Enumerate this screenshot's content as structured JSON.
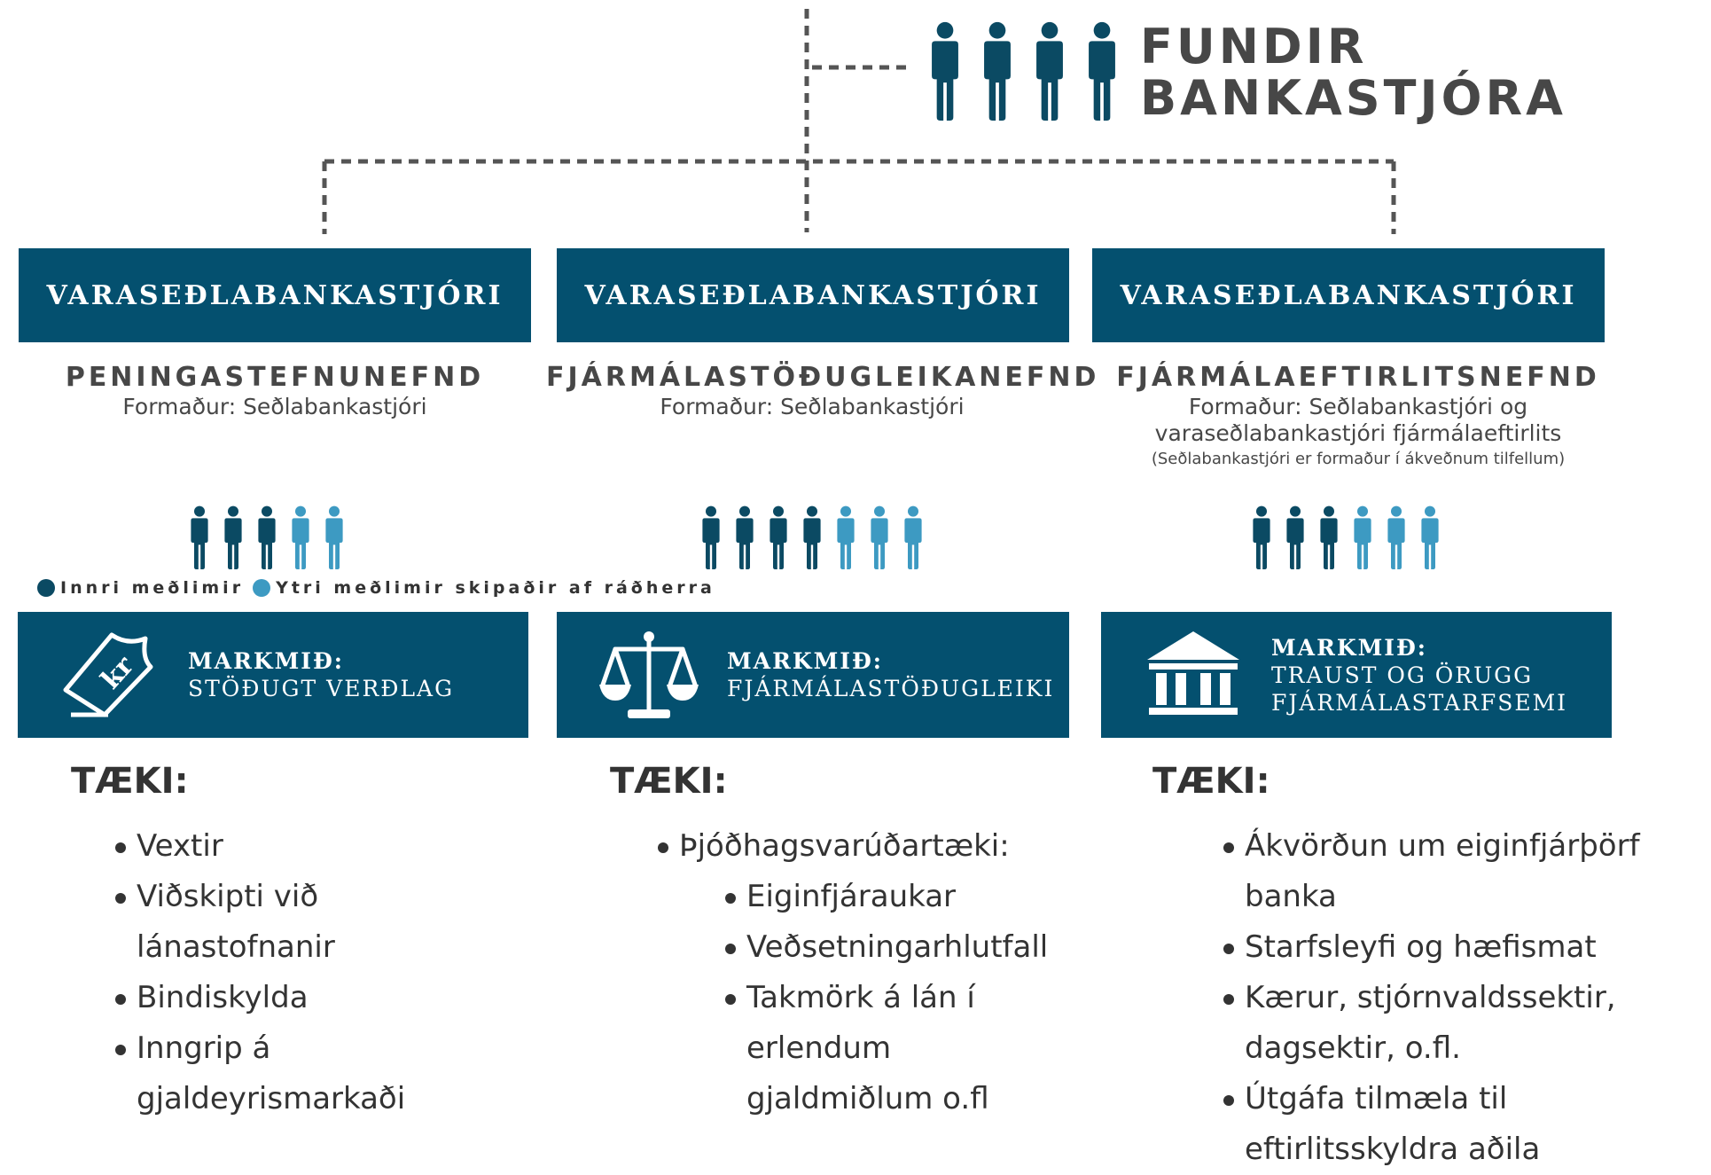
{
  "header": {
    "title_line1": "FUNDIR",
    "title_line2": "BANKASTJÓRA",
    "people_icon": "person-icon",
    "people_count": 4
  },
  "colors": {
    "primary": "#04506f",
    "internal_member": "#0b4a63",
    "external_member": "#3d9ac2",
    "text": "#333333"
  },
  "legend": {
    "internal": "Innri meðlimir",
    "external": "Ytri meðlimir skipaðir af ráðherra"
  },
  "tools_label": "TÆKI:",
  "goal_label": "MARKMIÐ:",
  "columns": [
    {
      "deputy": "VARASEÐLABANKASTJÓRI",
      "committee": "PENINGASTEFNUNEFND",
      "chair": "Formaður: Seðlabankastjóri",
      "chair_note": "",
      "members": {
        "internal": 3,
        "external": 2
      },
      "goal_icon": "krona-banknote-icon",
      "goal_lines": [
        "STÖÐUGT VERÐLAG"
      ],
      "tools": [
        "Vextir",
        "Viðskipti við lánastofnanir",
        "Bindiskylda",
        "Inngrip á gjaldeyrismarkaði"
      ]
    },
    {
      "deputy": "VARASEÐLABANKASTJÓRI",
      "committee": "FJÁRMÁLASTÖÐUGLEIKANEFND",
      "chair": "Formaður: Seðlabankastjóri",
      "chair_note": "",
      "members": {
        "internal": 4,
        "external": 3
      },
      "goal_icon": "balance-scale-icon",
      "goal_lines": [
        "FJÁRMÁLASTÖÐUGLEIKI"
      ],
      "tools": [
        "Þjóðhagsvarúðartæki:"
      ],
      "subtools": [
        "Eiginfjáraukar",
        "Veðsetningarhlutfall",
        "Takmörk á lán í erlendum gjaldmiðlum o.fl"
      ]
    },
    {
      "deputy": "VARASEÐLABANKASTJÓRI",
      "committee": "FJÁRMÁLAEFTIRLITSNEFND",
      "chair": "Formaður: Seðlabankastjóri og varaseðlabankastjóri fjármálaeftirlits",
      "chair_note": "(Seðlabankastjóri er formaður í ákveðnum tilfellum)",
      "members": {
        "internal": 3,
        "external": 3
      },
      "goal_icon": "bank-building-icon",
      "goal_lines": [
        "TRAUST OG ÖRUGG",
        "FJÁRMÁLASTARFSEMI"
      ],
      "tools": [
        "Ákvörðun um eiginfjárþörf banka",
        "Starfsleyfi og hæfismat",
        "Kærur, stjórnvaldssektir, dagsektir, o.fl.",
        "Útgáfa tilmæla til eftirlitsskyldra aðila"
      ]
    }
  ]
}
